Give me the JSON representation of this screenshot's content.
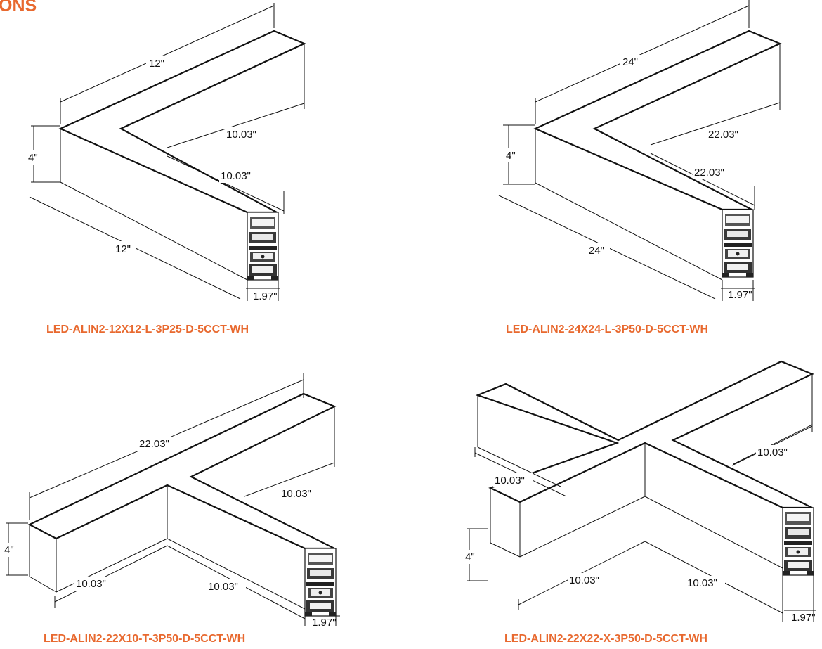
{
  "page": {
    "heading": "ONS",
    "accent_color": "#e8692f"
  },
  "fixtures": [
    {
      "model": "LED-ALIN2-12X12-L-3P25-D-5CCT-WH",
      "shape": "L",
      "dimensions": {
        "top_length": "12\"",
        "bottom_length": "12\"",
        "inner_a": "10.03\"",
        "inner_b": "10.03\"",
        "height": "4\"",
        "width": "1.97\""
      }
    },
    {
      "model": "LED-ALIN2-24X24-L-3P50-D-5CCT-WH",
      "shape": "L",
      "dimensions": {
        "top_length": "24\"",
        "bottom_length": "24\"",
        "inner_a": "22.03\"",
        "inner_b": "22.03\"",
        "height": "4\"",
        "width": "1.97\""
      }
    },
    {
      "model": "LED-ALIN2-22X10-T-3P50-D-5CCT-WH",
      "shape": "T",
      "dimensions": {
        "top_length": "22.03\"",
        "arm": "10.03\"",
        "bottom_left": "10.03\"",
        "bottom_right": "10.03\"",
        "height": "4\"",
        "width": "1.97\""
      }
    },
    {
      "model": "LED-ALIN2-22X22-X-3P50-D-5CCT-WH",
      "shape": "X",
      "dimensions": {
        "upper_left": "10.03\"",
        "upper_right": "10.03\"",
        "bottom_left": "10.03\"",
        "bottom_right": "10.03\"",
        "height": "4\"",
        "width": "1.97\""
      }
    }
  ]
}
